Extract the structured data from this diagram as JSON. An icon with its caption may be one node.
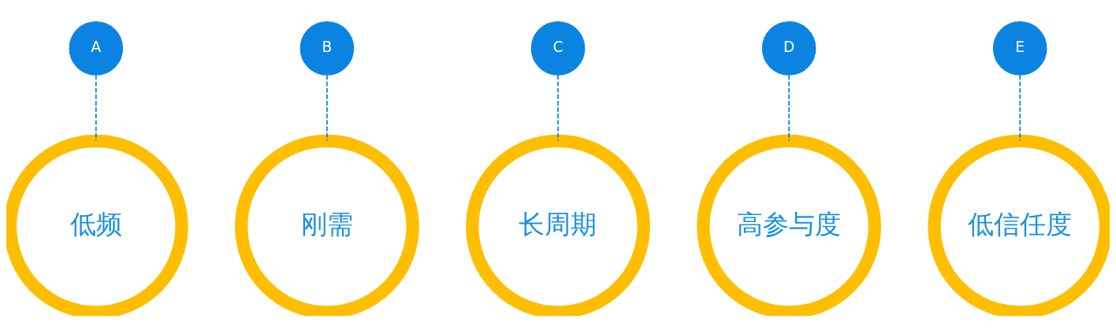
{
  "diagram": {
    "nodes": [
      {
        "text": [
          "A"
        ]
      },
      {
        "text": [
          "低频"
        ]
      },
      {
        "text": [
          "B"
        ]
      },
      {
        "text": [
          "刚需"
        ]
      },
      {
        "text": [
          "C"
        ]
      },
      {
        "text": [
          "长周期"
        ]
      },
      {
        "text": [
          "D"
        ]
      },
      {
        "text": [
          "高参与度"
        ]
      },
      {
        "text": [
          "E"
        ]
      },
      {
        "text": [
          "低信任度"
        ]
      }
    ],
    "edges": [
      {
        "from": 0,
        "to": 1,
        "arrow": "none",
        "style": "dashed"
      },
      {
        "from": 2,
        "to": 3,
        "arrow": "none",
        "style": "dashed"
      },
      {
        "from": 4,
        "to": 5,
        "arrow": "none",
        "style": "dashed"
      },
      {
        "from": 6,
        "to": 7,
        "arrow": "none",
        "style": "dashed"
      },
      {
        "from": 8,
        "to": 9,
        "arrow": "none",
        "style": "dashed"
      }
    ]
  }
}
